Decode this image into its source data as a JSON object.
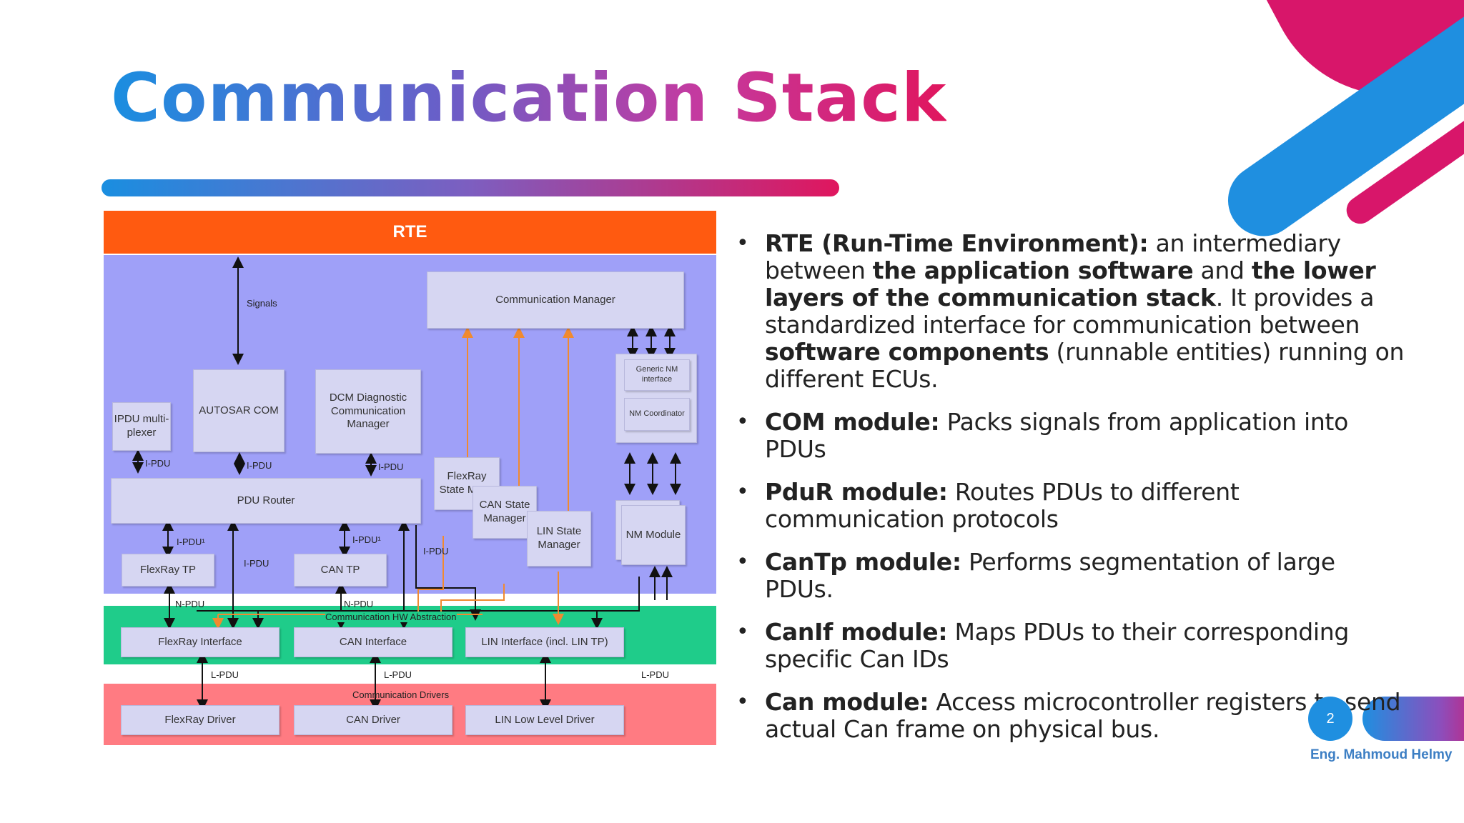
{
  "slide": {
    "title": "Communication Stack",
    "page_number": "2",
    "author": "Eng. Mahmoud Helmy",
    "colors": {
      "blue": "#1f8fe0",
      "pink": "#d8166a",
      "rte": "#ff5a10",
      "services": "#9fa0f8",
      "abstraction": "#1fcc8a",
      "drivers": "#ff7b82"
    }
  },
  "diagram": {
    "rte": "RTE",
    "signals": "Signals",
    "communication_manager": "Communication Manager",
    "autosar_com": "AUTOSAR COM",
    "dcm": "DCM Diagnostic Communication Manager",
    "ipdu_mux": "IPDU multi- plexer",
    "generic_nm": "Generic NM interface",
    "nm_coordinator": "NM Coordinator",
    "pdu_router": "PDU Router",
    "flexray_sm": "FlexRay State Mana",
    "can_sm": "CAN State Manager",
    "lin_sm": "LIN State Manager",
    "nm_module": "NM Module",
    "flexray_tp": "FlexRay TP",
    "can_tp": "CAN TP",
    "comm_hw_abstraction": "Communication HW Abstraction",
    "flexray_interface": "FlexRay Interface",
    "can_interface": "CAN Interface",
    "lin_interface": "LIN Interface (incl. LIN TP)",
    "comm_drivers": "Communication Drivers",
    "flexray_driver": "FlexRay Driver",
    "can_driver": "CAN Driver",
    "lin_driver": "LIN Low Level Driver",
    "labels": {
      "ipdu": "I-PDU",
      "ipdu1": "I-PDU¹",
      "npdu": "N-PDU",
      "lpdu": "L-PDU"
    }
  },
  "bullets": [
    {
      "term": "RTE (Run-Time Environment):",
      "text": [
        " an intermediary between ",
        "the application software",
        " and ",
        "the lower layers of the communication stack",
        ". It provides a standardized interface for communication between ",
        "software components",
        " (runnable entities) running on different ECUs."
      ]
    },
    {
      "term": "COM module:",
      "text": " Packs signals from application into PDUs"
    },
    {
      "term": "PduR module:",
      "text": " Routes PDUs to different communication protocols"
    },
    {
      "term": "CanTp module:",
      "text": " Performs segmentation of large PDUs."
    },
    {
      "term": "CanIf module:",
      "text": " Maps PDUs to their corresponding specific Can IDs"
    },
    {
      "term": "Can module:",
      "text": " Access microcontroller registers to send actual Can frame on physical bus."
    }
  ]
}
